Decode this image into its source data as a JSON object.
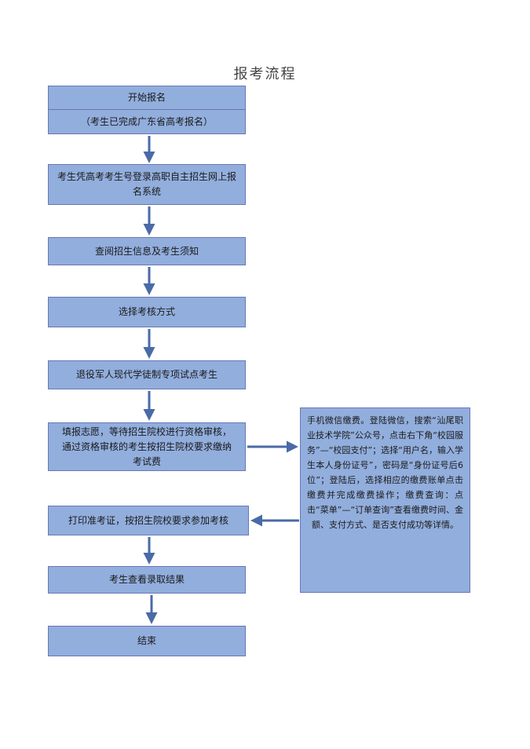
{
  "title": "报考流程",
  "steps": [
    {
      "line1": "开始报名",
      "line2": "（考生已完成广东省高考报名）"
    },
    {
      "text": "考生凭高考考生号登录高职自主招生网上报名系统"
    },
    {
      "text": "查阅招生信息及考生须知"
    },
    {
      "text": "选择考核方式"
    },
    {
      "text": "退役军人现代学徒制专项试点考生"
    },
    {
      "text": "填报志愿，等待招生院校进行资格审核，通过资格审核的考生按招生院校要求缴纳考试费"
    },
    {
      "text": "打印准考证，按招生院校要求参加考核"
    },
    {
      "text": "考生查看录取结果"
    },
    {
      "text": "结束"
    }
  ],
  "payment_note": "手机微信缴费。登陆微信，搜索“汕尾职业技术学院”公众号，点击右下角“校园服务”—“校园支付”；选择“用户名，输入学生本人身份证号”，密码是“身份证号后6位”；登陆后，选择相应的缴费账单点击缴费并完成缴费操作；缴费查询：点击“菜单”—“订单查询”查看缴费时间、金额、支付方式、是否支付成功等详情。",
  "colors": {
    "box_fill": "#92aedd",
    "box_border": "#6b76b6",
    "arrow": "#4a6aa8"
  }
}
